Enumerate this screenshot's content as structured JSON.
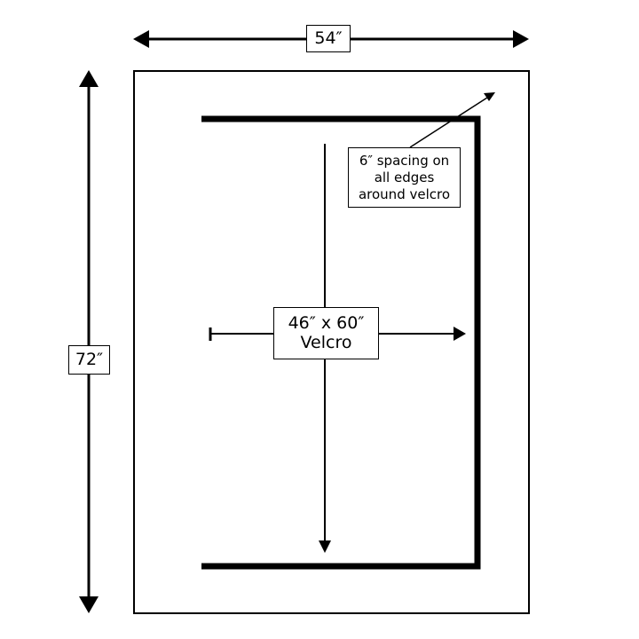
{
  "dimensions": {
    "width_label": "54″",
    "height_label": "72″"
  },
  "velcro": {
    "label": "46″ x 60″\nVelcro"
  },
  "spacing_note": {
    "text": "6″ spacing on\nall edges\naround velcro"
  },
  "colors": {
    "stroke": "#000000",
    "background": "#ffffff"
  }
}
